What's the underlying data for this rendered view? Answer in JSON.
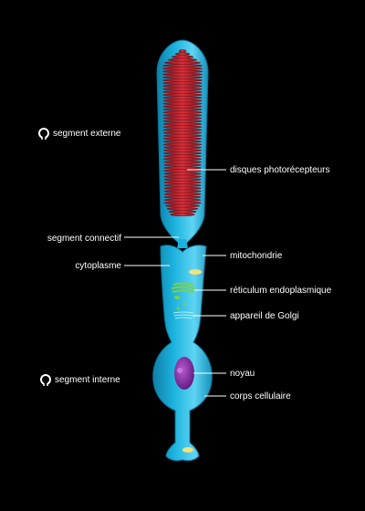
{
  "colors": {
    "background": "#000000",
    "membrane": "#1bb3de",
    "membrane_light": "#5fd4f3",
    "membrane_dark": "#0f7fa8",
    "discs": "#c01f2a",
    "discs_dark": "#7d0f17",
    "nucleus": "#8a2ba6",
    "mitochondria": "#f2e27a",
    "er": "#7fd23c",
    "label": "#ffffff"
  },
  "sections": {
    "outer": "segment externe",
    "inner": "segment interne"
  },
  "labels": {
    "discs": "disques photorécepteurs",
    "connecting": "segment connectif",
    "mitochondria": "mitochondrie",
    "cytoplasm": "cytoplasme",
    "er": "réticulum endoplasmique",
    "golgi": "appareil de Golgi",
    "nucleus": "noyau",
    "cell_body": "corps cellulaire"
  },
  "icons": {
    "section": "photoreceptor-glyph-icon"
  }
}
